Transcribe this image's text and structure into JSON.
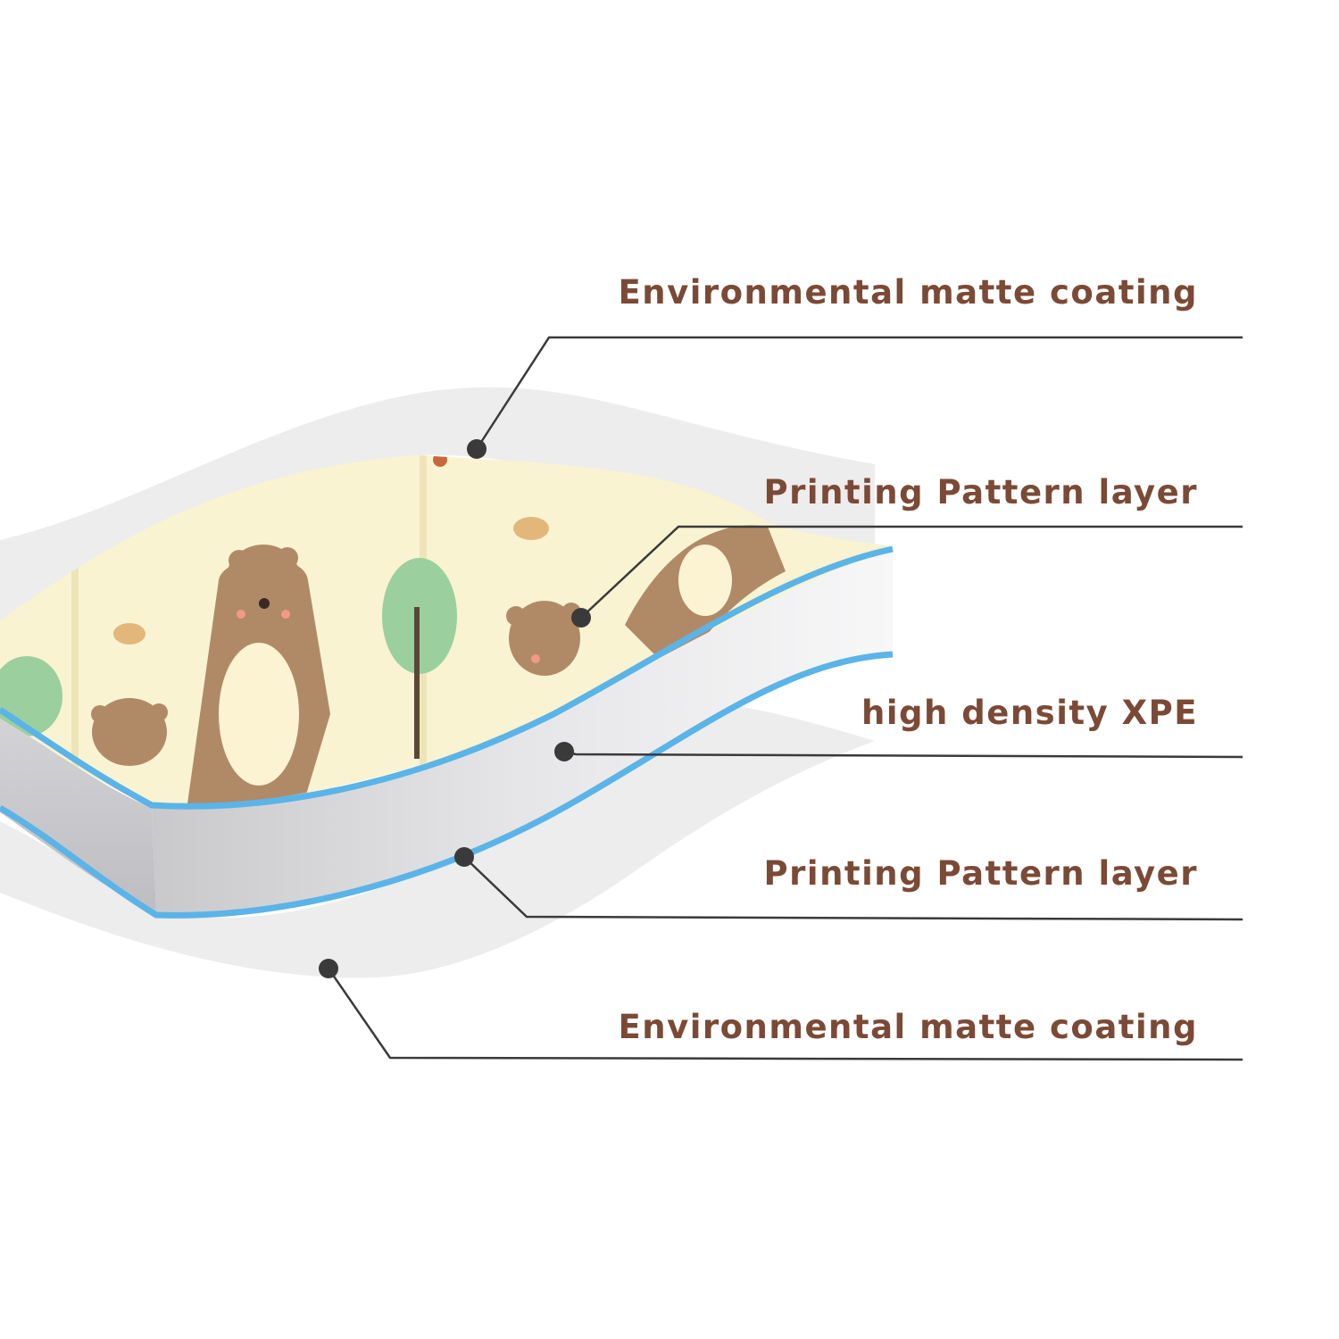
{
  "colors": {
    "label_text": "#7b4a36",
    "leader_line": "#3a3a3a",
    "blue_edge": "#5ab4e8",
    "pattern_bg": "#f6f1cc",
    "bear_fill": "#b08a66",
    "tree_green": "#9ccf9e"
  },
  "labels": [
    {
      "text": "Environmental matte coating"
    },
    {
      "text": "Printing Pattern layer"
    },
    {
      "text": "high density XPE"
    },
    {
      "text": "Printing Pattern layer"
    },
    {
      "text": "Environmental matte coating"
    }
  ]
}
